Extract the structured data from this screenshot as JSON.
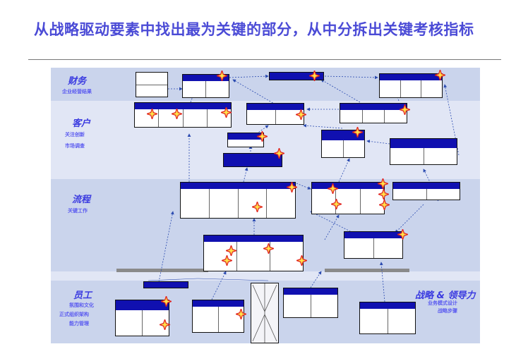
{
  "title": "从战略驱动要素中找出最为关键的部分，从中分拆出关键考核指标",
  "sections": {
    "finance": {
      "name": "财务",
      "sub": "企业经营结果"
    },
    "customer": {
      "name": "客户",
      "sub1": "关注创新",
      "sub2": "市场调查"
    },
    "process": {
      "name": "流程",
      "sub": "关键工作"
    },
    "staff": {
      "name": "员工",
      "sub1": "氛围和文化",
      "sub2": "正式组织架构",
      "sub3": "能力管理"
    },
    "strategy": {
      "name": "战略 & 领导力",
      "sub1": "业务模式设计",
      "sub2": "战略步骤"
    }
  },
  "colors": {
    "accent": "#1010b0",
    "band_dark": "#cad4ec",
    "band_light": "#e1e6f5",
    "title": "#4b4bd6"
  }
}
